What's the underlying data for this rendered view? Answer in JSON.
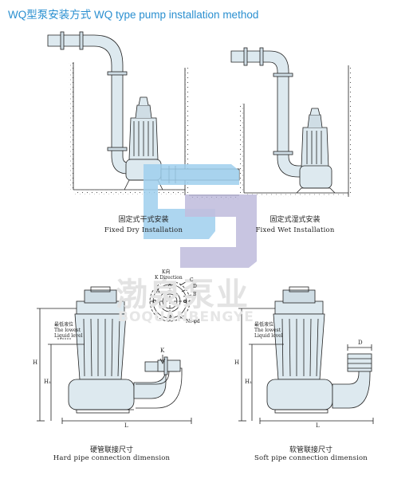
{
  "title": "WQ型泵安装方式 WQ type pump installation method",
  "captions": {
    "dry_cn": "固定式干式安装",
    "dry_en": "Fixed Dry Installation",
    "wet_cn": "固定式湿式安装",
    "wet_en": "Fixed Wet Installation",
    "hard_cn": "硬管联接尺寸",
    "hard_en": "Hard pipe connection dimension",
    "soft_cn": "软管联接尺寸",
    "soft_en": "Soft pipe connection dimension"
  },
  "watermark": {
    "cn": "渤泉泵业",
    "en": "BOQUANBENGYE"
  },
  "flange_labels": {
    "k_cn": "K向",
    "k_en": "K Direction",
    "c": "C",
    "d": "D",
    "a": "A",
    "b": "B",
    "n": "N₂-φd"
  },
  "level_labels": {
    "left_cn": "最低液位",
    "left_en1": "The lowest",
    "left_en2": "Liquid level",
    "right_cn": "最低液位",
    "right_en1": "The lowest",
    "right_en2": "Liquid level"
  },
  "dims": {
    "h": "H",
    "h1": "H₁",
    "l": "L",
    "k": "K",
    "d": "D",
    "h_r": "H",
    "h1_r": "H₁",
    "l_r": "L"
  },
  "colors": {
    "title": "#2a8fd0",
    "pipe": "#dde9ef",
    "line": "#222222",
    "logo_blue": "#9fd0ee",
    "logo_purple": "#b7b4d8"
  }
}
